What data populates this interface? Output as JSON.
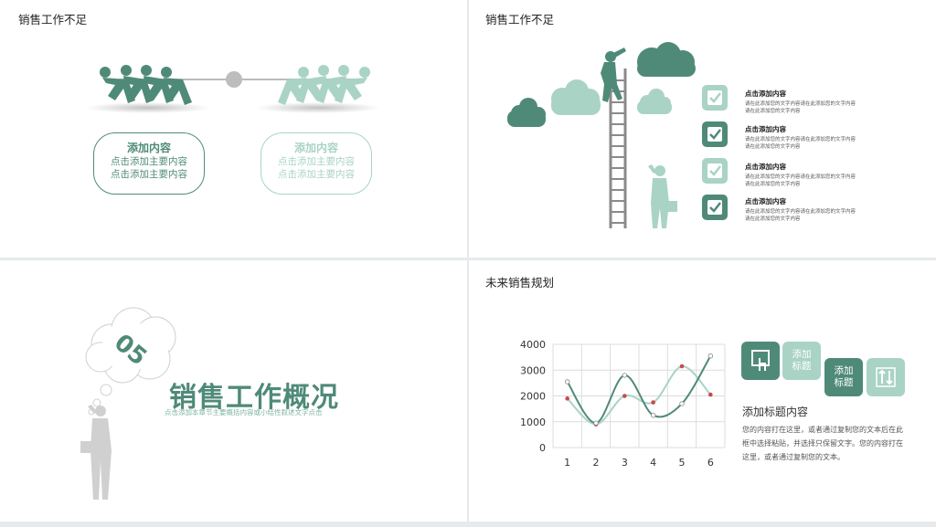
{
  "panel1": {
    "title": "销售工作不足",
    "bubble_left": {
      "heading": "添加内容",
      "line1": "点击添加主要内容",
      "line2": "点击添加主要内容"
    },
    "bubble_right": {
      "heading": "添加内容",
      "line1": "点击添加主要内容",
      "line2": "点击添加主要内容"
    }
  },
  "panel2": {
    "title": "销售工作不足",
    "items": [
      {
        "heading": "点击添加内容",
        "body": "请在此添加您的文字内容请在此添加您的文字内容请在此添加您的文字内容"
      },
      {
        "heading": "点击添加内容",
        "body": "请在此添加您的文字内容请在此添加您的文字内容请在此添加您的文字内容"
      },
      {
        "heading": "点击添加内容",
        "body": "请在此添加您的文字内容请在此添加您的文字内容请在此添加您的文字内容"
      },
      {
        "heading": "点击添加内容",
        "body": "请在此添加您的文字内容请在此添加您的文字内容请在此添加您的文字内容"
      }
    ]
  },
  "panel3": {
    "number": "05",
    "title": "销售工作概况",
    "subtitle": "点击添加本章节主要概括内容或小结性叙述文字点击"
  },
  "panel4": {
    "title": "未来销售规划",
    "tiles": [
      {
        "label": "",
        "icon": "touch-icon"
      },
      {
        "label": "添加\n标题",
        "icon": ""
      },
      {
        "label": "添加\n标题",
        "icon": ""
      },
      {
        "label": "",
        "icon": "sort-icon"
      }
    ],
    "text_heading": "添加标题内容",
    "text_body": "您的内容打在这里，或者通过复制您的文本后在此框中选择粘贴，并选择只保留文字。您的内容打在这里，或者通过复制您的文本。"
  },
  "colors": {
    "dark": "#4f8a78",
    "light": "#a9d3c5",
    "gray": "#8a8a8a"
  },
  "chart_data": {
    "type": "line",
    "x": [
      1,
      2,
      3,
      4,
      5,
      6
    ],
    "ylim": [
      0,
      4000
    ],
    "yticks": [
      0,
      1000,
      2000,
      3000,
      4000
    ],
    "series": [
      {
        "values": [
          1900,
          900,
          2000,
          1750,
          3150,
          2050
        ],
        "color": "#a9d3c5"
      },
      {
        "values": [
          2550,
          950,
          2800,
          1250,
          1700,
          3550
        ],
        "color": "#4f8a78"
      }
    ]
  }
}
